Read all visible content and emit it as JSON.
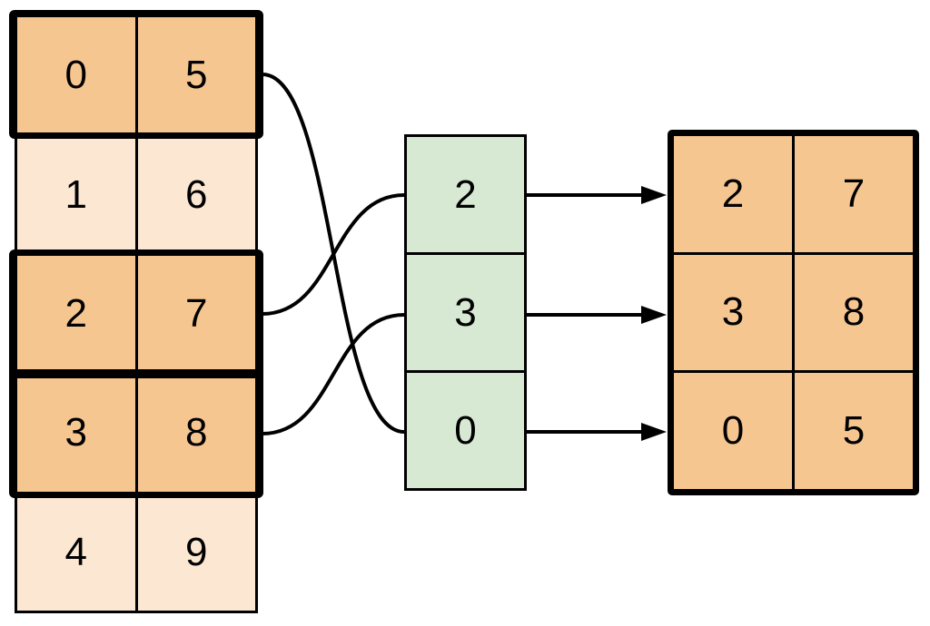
{
  "colors": {
    "highlight_fill": "#f6c690",
    "plain_fill": "#fce7d2",
    "index_fill": "#d8e9d3",
    "line": "#000000",
    "background": "#ffffff"
  },
  "source_table": {
    "rows": [
      {
        "cells": [
          "0",
          "5"
        ],
        "highlighted": true
      },
      {
        "cells": [
          "1",
          "6"
        ],
        "highlighted": false
      },
      {
        "cells": [
          "2",
          "7"
        ],
        "highlighted": true
      },
      {
        "cells": [
          "3",
          "8"
        ],
        "highlighted": true
      },
      {
        "cells": [
          "4",
          "9"
        ],
        "highlighted": false
      }
    ]
  },
  "index_column": {
    "cells": [
      "2",
      "3",
      "0"
    ]
  },
  "result_table": {
    "rows": [
      {
        "cells": [
          "2",
          "7"
        ]
      },
      {
        "cells": [
          "3",
          "8"
        ]
      },
      {
        "cells": [
          "0",
          "5"
        ]
      }
    ]
  },
  "connections": {
    "source_to_index": [
      {
        "source_row": 2,
        "index_pos": 0
      },
      {
        "source_row": 3,
        "index_pos": 1
      },
      {
        "source_row": 0,
        "index_pos": 2
      }
    ],
    "index_to_result": [
      {
        "index_pos": 0,
        "result_row": 0
      },
      {
        "index_pos": 1,
        "result_row": 1
      },
      {
        "index_pos": 2,
        "result_row": 2
      }
    ]
  }
}
